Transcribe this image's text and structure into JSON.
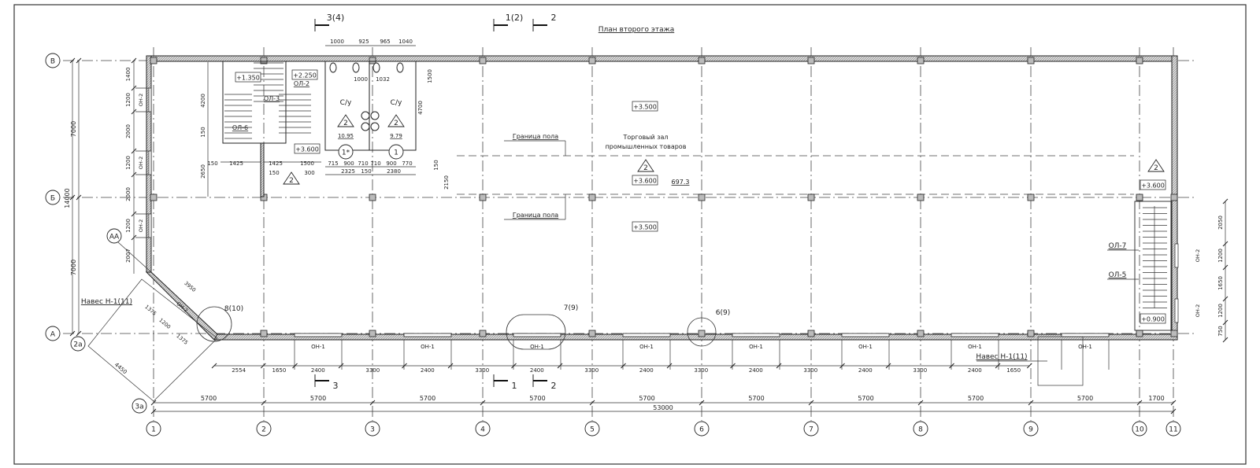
{
  "title": "План второго этажа",
  "sections": {
    "top": [
      "3(4)",
      "1(2)",
      "2"
    ],
    "bottom": [
      "3",
      "1",
      "2"
    ]
  },
  "col_axes": [
    "1",
    "2",
    "3",
    "4",
    "5",
    "6",
    "7",
    "8",
    "9",
    "10",
    "11"
  ],
  "row_axes": [
    "В",
    "Б",
    "А"
  ],
  "extra_axes": [
    "2а",
    "3а",
    "АА"
  ],
  "left_dims": {
    "outer": [
      "7000",
      "7000"
    ],
    "total": "14000",
    "inner": [
      "1400",
      "1200",
      "2000",
      "1200",
      "2000",
      "1200",
      "2007"
    ],
    "window_tags": [
      "ОН-2",
      "ОН-2",
      "ОН-2"
    ]
  },
  "bottom_dims_row1": [
    "2554",
    "1650",
    "2400",
    "3300",
    "2400",
    "3300",
    "2400",
    "3300",
    "2400",
    "3300",
    "2400",
    "3300",
    "2400",
    "3300",
    "2400",
    "1650"
  ],
  "bottom_dims_row2": [
    "5700",
    "5700",
    "5700",
    "5700",
    "5700",
    "5700",
    "5700",
    "5700",
    "5700",
    "1700"
  ],
  "bottom_total": "53000",
  "bottom_window_tag": "ОН-1",
  "right_dims": [
    "2050",
    "1200",
    "1650",
    "1200",
    "750"
  ],
  "right_window_tags": [
    "ОН-2",
    "ОН-2"
  ],
  "stair_right": {
    "labels": [
      "ОЛ-7",
      "ОЛ-5"
    ],
    "level_top": "+3.600",
    "level_bottom": "+0.900"
  },
  "stair_left": {
    "levels": [
      "+1.350",
      "+2.250",
      "+3.600"
    ],
    "labels": [
      "ОЛ-2",
      "ОЛ-3",
      "ОЛ-6"
    ],
    "dims_v": [
      "4200",
      "150",
      "2650"
    ],
    "dims_h": [
      "150",
      "1425",
      "1425",
      "1500",
      "150",
      "300"
    ]
  },
  "wc": {
    "top_dims": [
      "1000",
      "925",
      "965",
      "1040"
    ],
    "inner_dims": [
      "1000",
      "1032"
    ],
    "label": "С/у",
    "areas": [
      "10.95",
      "9.79"
    ],
    "doors": [
      "1*",
      "1"
    ],
    "bottom_dims": [
      "715",
      "900",
      "710",
      "710",
      "900",
      "770"
    ],
    "totals": [
      "2325",
      "150",
      "2380"
    ],
    "right_dims": [
      "1500",
      "4700",
      "150",
      "2150"
    ]
  },
  "hall": {
    "name_line1": "Торговый зал",
    "name_line2": "промышленных товаров",
    "area": "697.3",
    "levels": [
      "+3.500",
      "+3.600",
      "+3.500"
    ],
    "floor_border": "Граница пола"
  },
  "room_tag": "2",
  "canopy": {
    "label": "Навес Н-1(11)",
    "dims": [
      "3950",
      "1375",
      "1200",
      "1375",
      "4450"
    ],
    "window_tag": "ОН-2"
  },
  "callouts": [
    "8(10)",
    "7(9)",
    "6(9)"
  ],
  "colors": {
    "line": "#222222",
    "hatch": "#9a9a9a"
  }
}
